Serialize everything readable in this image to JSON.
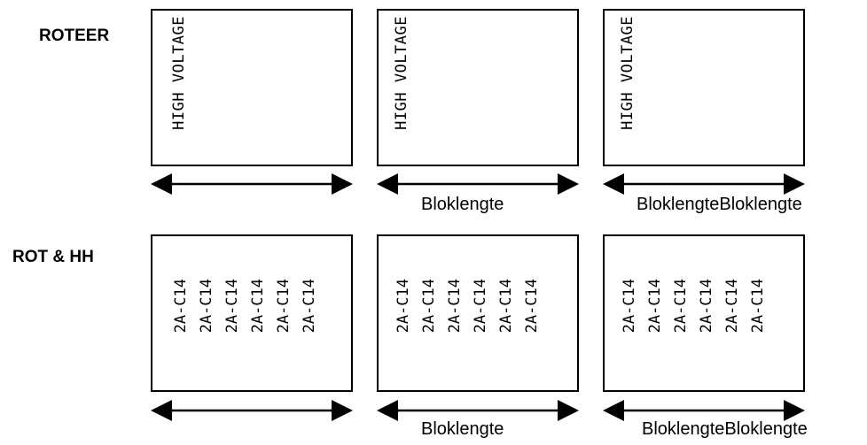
{
  "rows": [
    {
      "label": "ROTEER"
    },
    {
      "label": "ROT & HH"
    }
  ],
  "texts": {
    "high_voltage": "HIGH VOLTAGE",
    "code": "2A-C14"
  },
  "captions": {
    "block_length": "Bloklengte",
    "block_length_double": "BloklengteBloklengte"
  }
}
